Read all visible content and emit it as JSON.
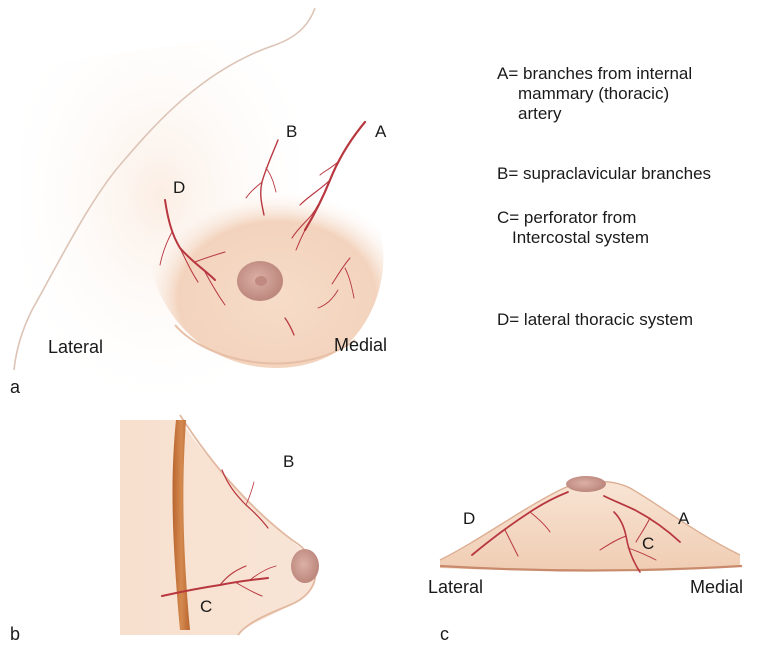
{
  "panels": {
    "a": {
      "letter": "a",
      "labels": {
        "A": "A",
        "B": "B",
        "D": "D",
        "lateral": "Lateral",
        "medial": "Medial"
      }
    },
    "b": {
      "letter": "b",
      "labels": {
        "B": "B",
        "C": "C"
      }
    },
    "c": {
      "letter": "c",
      "labels": {
        "A": "A",
        "C": "C",
        "D": "D",
        "lateral": "Lateral",
        "medial": "Medial"
      }
    }
  },
  "legend": [
    {
      "lines": [
        "A= branches from internal",
        "mammary (thoracic)",
        "artery"
      ]
    },
    {
      "lines": [
        "B= supraclavicular branches"
      ]
    },
    {
      "lines": [
        "C= perforator from",
        "Intercostal system"
      ]
    },
    {
      "lines": [
        "D= lateral thoracic system"
      ]
    }
  ],
  "colors": {
    "skin": "#f6dcc8",
    "skin_dark": "#e9bfa2",
    "outline": "#d9a486",
    "nipple": "#c99a8e",
    "vessel": "#b8373f",
    "muscle": "#c8733b"
  }
}
